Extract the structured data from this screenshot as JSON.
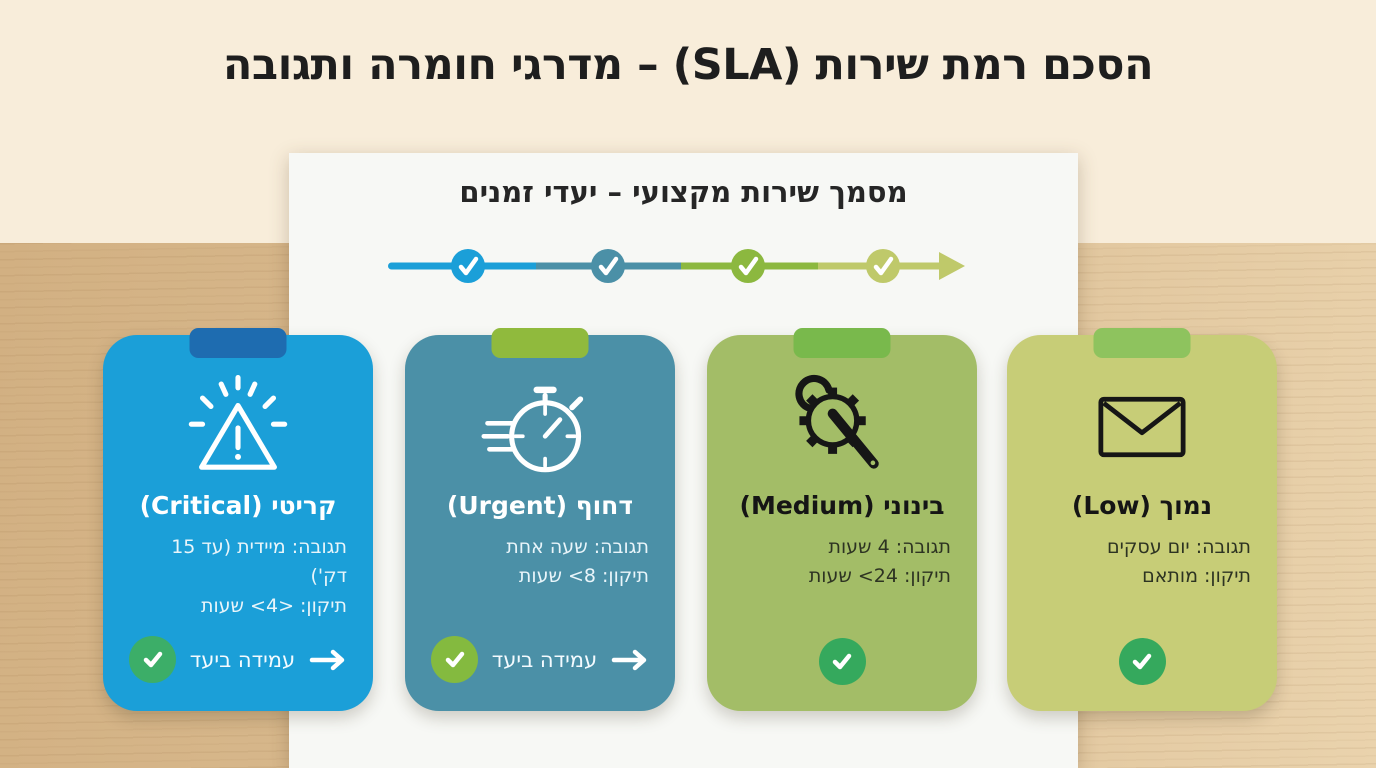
{
  "header": {
    "title": "הסכם רמת שירות (SLA) – מדרגי חומרה ותגובה"
  },
  "paper": {
    "subtitle": "מסמך שירות מקצועי – יעדי זמנים"
  },
  "timeline": {
    "direction": "right-arrow",
    "segments": [
      "#1b9fd8",
      "#4b90a7",
      "#8cb83f",
      "#bfc96a"
    ],
    "arrow_color": "#bfc96a",
    "steps": [
      {
        "label": "step-1-check",
        "color": "#1b9fd8"
      },
      {
        "label": "step-2-check",
        "color": "#4b90a7"
      },
      {
        "label": "step-3-check",
        "color": "#8cb83f"
      },
      {
        "label": "step-4-check",
        "color": "#bfc96a"
      }
    ]
  },
  "cards": [
    {
      "title": "קריטי (Critical)",
      "icon": "warning-triangle-icon",
      "response": "תגובה: מיידית (עד 15 דק')",
      "fix": "תיקון: <4> שעות",
      "badge": "עמידה ביעד",
      "colors": {
        "bg": "#1b9fd8",
        "tab": "#1e6cb0",
        "title": "#ffffff",
        "text": "#e9f5fa",
        "check": "#3cae68"
      }
    },
    {
      "title": "דחוף (Urgent)",
      "icon": "stopwatch-icon",
      "response": "תגובה: שעה אחת",
      "fix": "תיקון: 8> שעות",
      "badge": "עמידה ביעד",
      "colors": {
        "bg": "#4b90a7",
        "tab": "#90ba3d",
        "title": "#ffffff",
        "text": "#e9f5fa",
        "check": "#84ba3f"
      }
    },
    {
      "title": "בינוני (Medium)",
      "icon": "gear-wrench-icon",
      "response": "תגובה: 4 שעות",
      "fix": "תיקון: 24> שעות",
      "badge": null,
      "colors": {
        "bg": "#a3bd67",
        "tab": "#79b94c",
        "title": "#151515",
        "text": "#2d3322",
        "check": "#35a95d"
      }
    },
    {
      "title": "נמוך (Low)",
      "icon": "envelope-icon",
      "response": "תגובה: יום עסקים",
      "fix": "תיקון: מותאם",
      "badge": null,
      "colors": {
        "bg": "#c7cd77",
        "tab": "#8ec35e",
        "title": "#151515",
        "text": "#2d3322",
        "check": "#35a95d"
      }
    }
  ]
}
